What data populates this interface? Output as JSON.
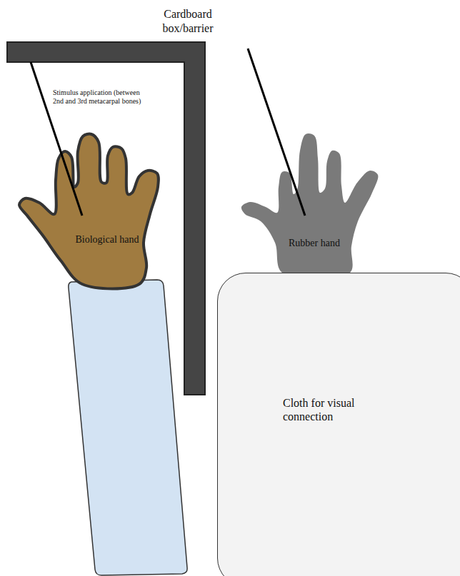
{
  "diagram": {
    "nodes": [
      {
        "text": [
          "Biological hand"
        ]
      },
      {
        "text": [
          "Rubber hand"
        ]
      },
      {
        "text": [
          "Cloth for visual connection"
        ]
      }
    ],
    "labels": [
      "Cardboard box/barrier",
      "Stimulus application (between 2nd and 3rd metacarpal bones)"
    ]
  }
}
